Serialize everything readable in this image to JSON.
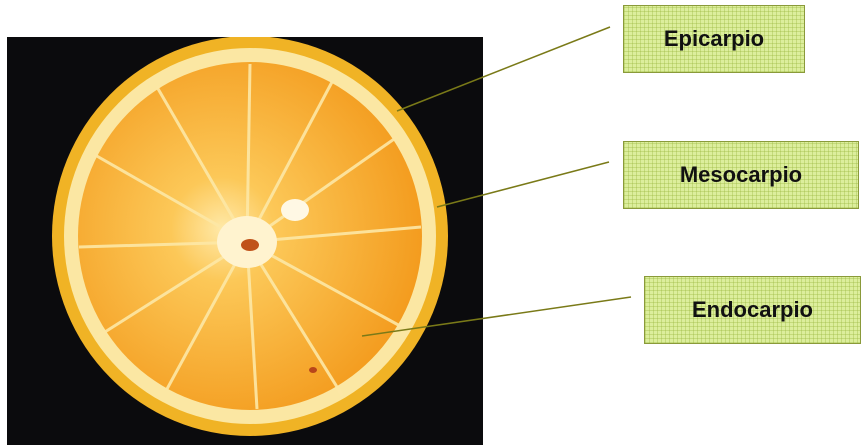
{
  "labels": {
    "epicarpio": "Epicarpio",
    "mesocarpio": "Mesocarpio",
    "endocarpio": "Endocarpio"
  },
  "colors": {
    "photo_background": "#0b0b0d",
    "peel": "#f0b325",
    "pith": "#fbe7a3",
    "pulp": "#f7a82a",
    "label_fill": "#dcee9c",
    "label_border": "#8a9a3a",
    "leader_line": "#7a7a18"
  }
}
